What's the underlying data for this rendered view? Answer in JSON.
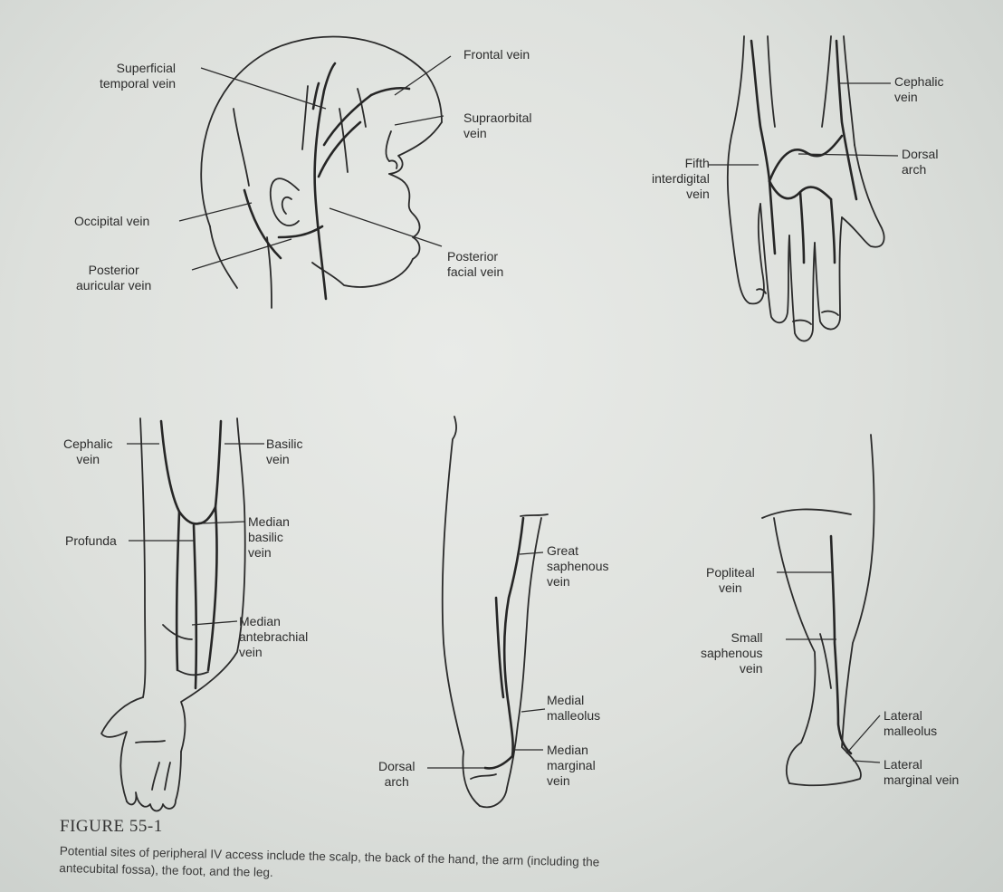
{
  "figure": {
    "number": "FIGURE 55-1",
    "caption_line1": "Potential sites of peripheral IV access include the scalp, the back of the hand, the arm (including the",
    "caption_line2": "antecubital fossa), the foot, and the leg."
  },
  "labels": {
    "head": {
      "superficial_temporal_vein": [
        "Superficial",
        "temporal vein"
      ],
      "frontal_vein": "Frontal vein",
      "supraorbital_vein": [
        "Supraorbital",
        "vein"
      ],
      "occipital_vein": "Occipital vein",
      "posterior_auricular_vein": [
        "Posterior",
        "auricular vein"
      ],
      "posterior_facial_vein": [
        "Posterior",
        "facial vein"
      ]
    },
    "hand": {
      "cephalic_vein": [
        "Cephalic",
        "vein"
      ],
      "dorsal_arch": [
        "Dorsal",
        "arch"
      ],
      "fifth_interdigital_vein": [
        "Fifth",
        "interdigital",
        "vein"
      ]
    },
    "arm": {
      "cephalic_vein": [
        "Cephalic",
        "vein"
      ],
      "basilic_vein": [
        "Basilic",
        "vein"
      ],
      "profunda": "Profunda",
      "median_basilic_vein": [
        "Median",
        "basilic",
        "vein"
      ],
      "median_antebrachial_vein": [
        "Median",
        "antebrachial",
        "vein"
      ]
    },
    "foot": {
      "great_saphenous_vein": [
        "Great",
        "saphenous",
        "vein"
      ],
      "medial_malleolus": [
        "Medial",
        "malleolus"
      ],
      "dorsal_arch": [
        "Dorsal",
        "arch"
      ],
      "median_marginal_vein": [
        "Median",
        "marginal",
        "vein"
      ]
    },
    "leg": {
      "popliteal_vein": [
        "Popliteal",
        "vein"
      ],
      "small_saphenous_vein": [
        "Small",
        "saphenous",
        "vein"
      ],
      "lateral_malleolus": [
        "Lateral",
        "malleolus"
      ],
      "lateral_marginal_vein": [
        "Lateral",
        "marginal vein"
      ]
    }
  },
  "colors": {
    "paper": "#e3e5e2",
    "ink": "#2b2b2b"
  }
}
